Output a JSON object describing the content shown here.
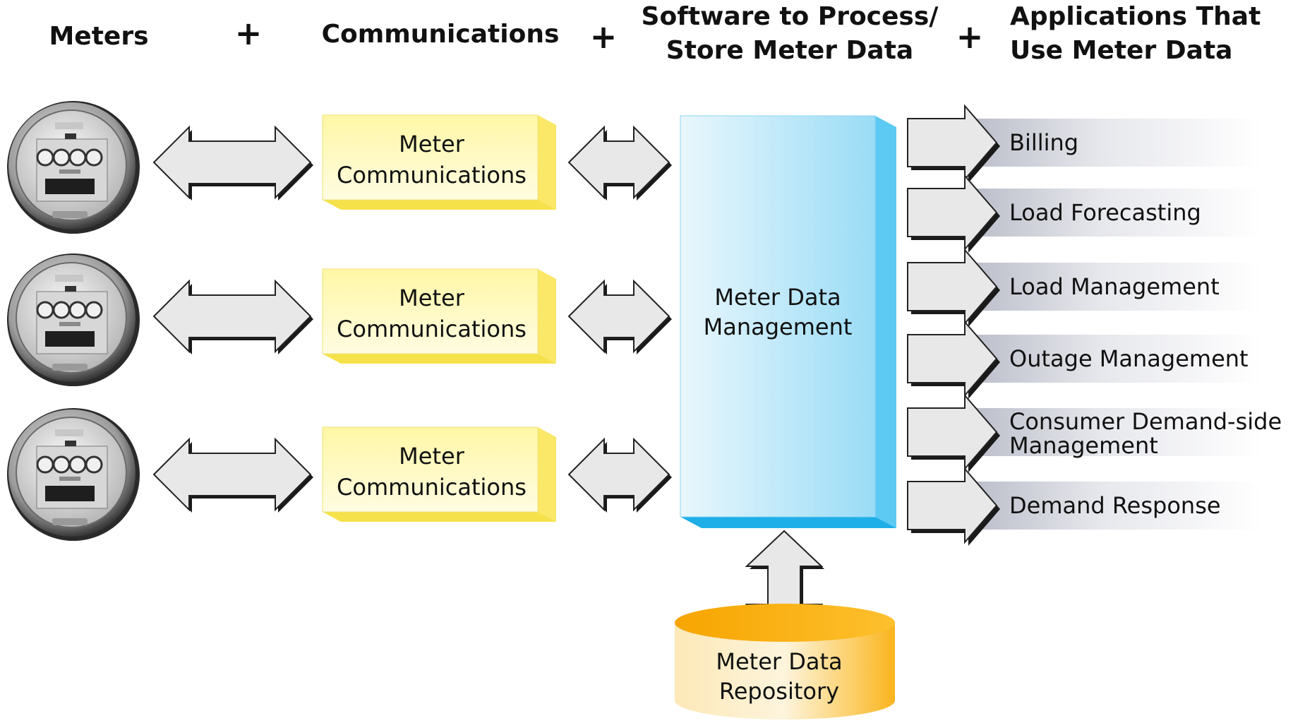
{
  "headers": {
    "meters": "Meters",
    "communications": "Communications",
    "software_line1": "Software to Process/",
    "software_line2": "Store Meter Data",
    "apps_line1": "Applications That",
    "apps_line2": "Use Meter Data",
    "plus": "+"
  },
  "comm_boxes": [
    {
      "line1": "Meter",
      "line2": "Communications"
    },
    {
      "line1": "Meter",
      "line2": "Communications"
    },
    {
      "line1": "Meter",
      "line2": "Communications"
    }
  ],
  "mdm": {
    "line1": "Meter Data",
    "line2": "Management"
  },
  "repository": {
    "line1": "Meter Data",
    "line2": "Repository"
  },
  "applications": [
    {
      "line1": "Billing",
      "line2": ""
    },
    {
      "line1": "Load Forecasting",
      "line2": ""
    },
    {
      "line1": "Load Management",
      "line2": ""
    },
    {
      "line1": "Outage Management",
      "line2": ""
    },
    {
      "line1": "Consumer Demand-side",
      "line2": "Management"
    },
    {
      "line1": "Demand Response",
      "line2": ""
    }
  ],
  "colors": {
    "comm_box": "#fff6a0",
    "mdm_box": "#bfe9fb",
    "repository": "#fbb820",
    "arrow_fill": "#e8e8e8"
  }
}
